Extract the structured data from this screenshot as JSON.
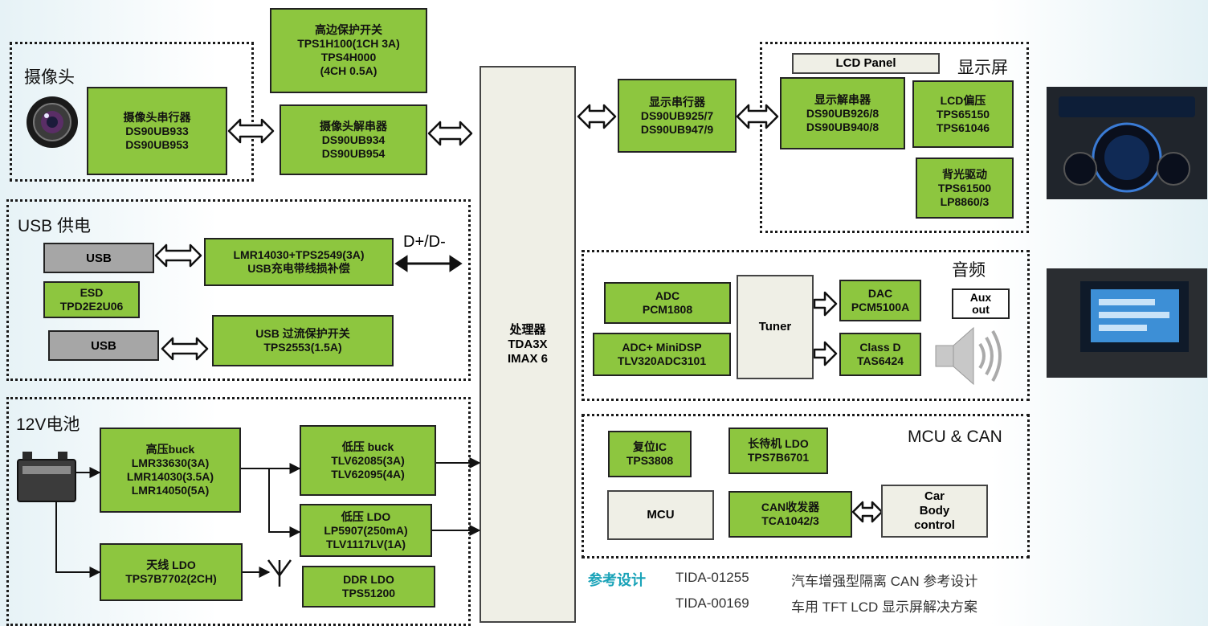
{
  "groups": {
    "camera": "摄像头",
    "usb": "USB 供电",
    "battery": "12V电池",
    "display": "显示屏",
    "audio": "音频",
    "mcu": "MCU & CAN"
  },
  "blocks": {
    "high_side_switch": "高边保护开关\nTPS1H100(1CH 3A)\nTPS4H000\n(4CH 0.5A)",
    "camera_serializer": "摄像头串行器\nDS90UB933\nDS90UB953",
    "camera_deserializer": "摄像头解串器\nDS90UB934\nDS90UB954",
    "processor": "处理器\nTDA3X\nIMAX 6",
    "display_serializer": "显示串行器\nDS90UB925/7\nDS90UB947/9",
    "display_deserializer": "显示解串器\nDS90UB926/8\nDS90UB940/8",
    "lcd_panel": "LCD Panel",
    "lcd_bias": "LCD偏压\nTPS65150\nTPS61046",
    "backlight": "背光驱动\nTPS61500\nLP8860/3",
    "usb1": "USB",
    "usb2": "USB",
    "usb_charger": "LMR14030+TPS2549(3A)\nUSB充电带线损补偿",
    "esd": "ESD\nTPD2E2U06",
    "usb_switch": "USB 过流保护开关\nTPS2553(1.5A)",
    "dp_dm": "D+/D-",
    "adc": "ADC\nPCM1808",
    "adc_minidsp": "ADC+ MiniDSP\nTLV320ADC3101",
    "tuner": "Tuner",
    "dac": "DAC\nPCM5100A",
    "aux_out": "Aux\nout",
    "class_d": "Class D\nTAS6424",
    "reset_ic": "复位IC\nTPS3808",
    "standby_ldo": "长待机 LDO\nTPS7B6701",
    "mcu": "MCU",
    "can_transceiver": "CAN收发器\nTCA1042/3",
    "car_body": "Car\nBody\ncontrol",
    "hv_buck": "高压buck\nLMR33630(3A)\nLMR14030(3.5A)\nLMR14050(5A)",
    "lv_buck": "低压 buck\nTLV62085(3A)\nTLV62095(4A)",
    "lv_ldo": "低压 LDO\nLP5907(250mA)\nTLV1117LV(1A)",
    "antenna_ldo": "天线 LDO\nTPS7B7702(2CH)",
    "ddr_ldo": "DDR LDO\nTPS51200"
  },
  "reference": {
    "label": "参考设计",
    "rows": [
      {
        "id": "TIDA-01255",
        "desc": "汽车增强型隔离 CAN 参考设计"
      },
      {
        "id": "TIDA-00169",
        "desc": "车用 TFT LCD 显示屏解决方案"
      }
    ]
  },
  "colors": {
    "block_green": "#8dc63f",
    "reference_label": "#1aa3b8"
  }
}
